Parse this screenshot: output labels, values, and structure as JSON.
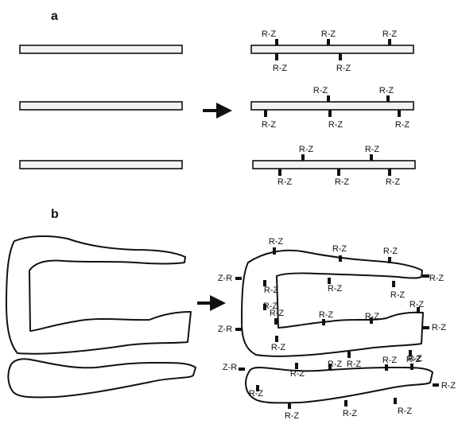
{
  "panels": {
    "a": {
      "label": "a"
    },
    "b": {
      "label": "b"
    }
  },
  "group_label": "R-Z",
  "group_label_reversed": "Z-R",
  "arrow_icon": "right-arrow-icon"
}
